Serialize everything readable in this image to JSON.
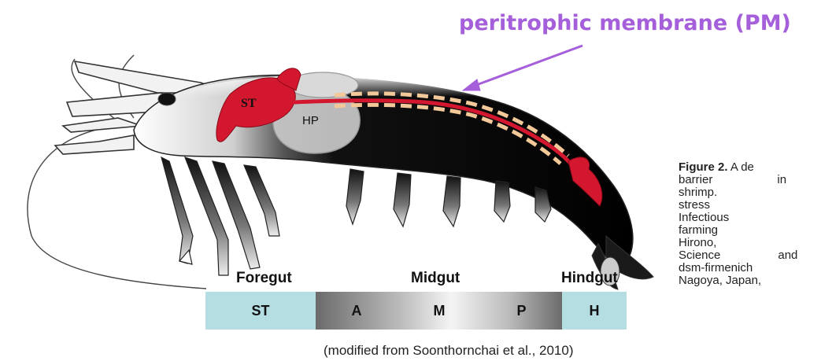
{
  "title": "peritrophic membrane (PM)",
  "illustration": {
    "organ_labels": {
      "stomach": "ST",
      "hepatopancreas": "HP"
    }
  },
  "gut_regions": {
    "labels": [
      "Foregut",
      "Midgut",
      "Hindgut"
    ],
    "segments": [
      "ST",
      "A",
      "M",
      "P",
      "H"
    ]
  },
  "source_caption": "(modified from Soonthornchai et al., 2010)",
  "figure_caption": {
    "label": "Figure 2.",
    "lines": [
      "A de",
      "barrier in the",
      "shrimp. Source",
      "stress manage",
      "Infectious dise",
      "farming using",
      "Hirono, Tokyo",
      "Science and Te",
      "dsm-firmenich",
      "Nagoya, Japan,"
    ]
  },
  "colors": {
    "title": "#a55fdb",
    "arrow": "#a55fdb",
    "organ_red": "#d3172e",
    "pm_dashes": "#f3c99a",
    "hepatopancreas": "#c9c9c9",
    "region_blue": "#b5dee3"
  }
}
